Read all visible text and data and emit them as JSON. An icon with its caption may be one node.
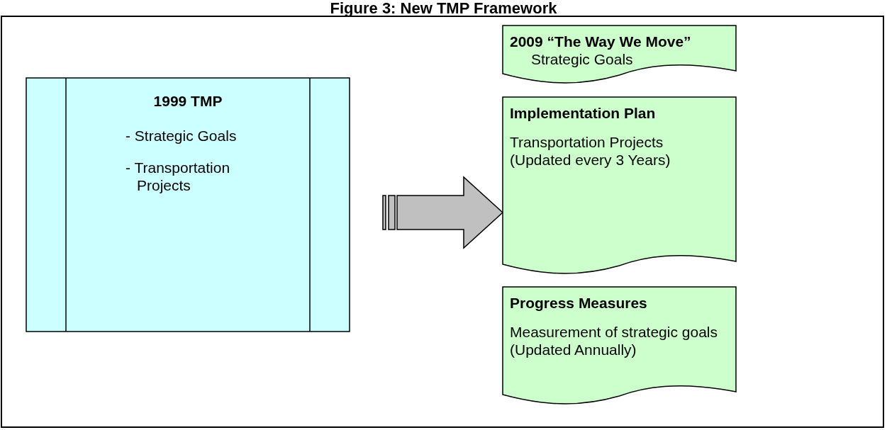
{
  "diagram": {
    "title": "Figure 3: New TMP Framework",
    "nodes": [
      {
        "text": [
          "1999 TMP",
          "- Strategic Goals",
          "- Transportation Projects"
        ]
      },
      {
        "text": [
          "2009 “The Way We Move”",
          "Strategic Goals"
        ]
      },
      {
        "text": [
          "Implementation Plan",
          "Transportation Projects (Updated every 3 Years)"
        ]
      },
      {
        "text": [
          "Progress Measures",
          "Measurement of strategic goals (Updated Annually)"
        ]
      }
    ],
    "edges": [
      {
        "from": 0,
        "to": 2,
        "arrow": "to",
        "style": "thick"
      }
    ]
  }
}
